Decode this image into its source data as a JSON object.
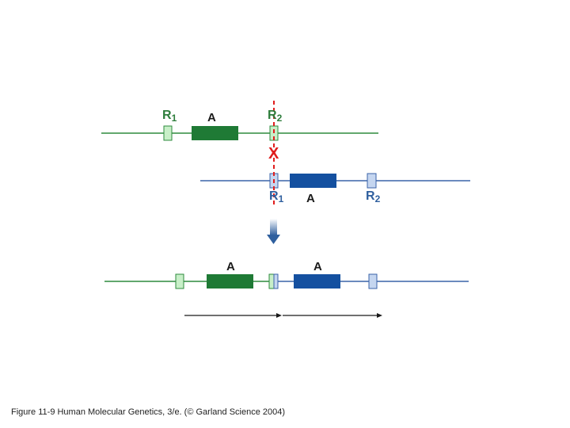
{
  "colors": {
    "green_line": "#2e8b3e",
    "green_gene": "#1f7a35",
    "green_repeat": "#c8efc8",
    "blue_line": "#3a63a8",
    "blue_gene": "#1450a0",
    "blue_repeat": "#c5d6f0",
    "crossover": "#e01e1e",
    "arrow": "#1a1a1a"
  },
  "top_chromosome": {
    "repeat1": {
      "letter": "R",
      "sub": "1"
    },
    "gene": "A",
    "repeat2": {
      "letter": "R",
      "sub": "2"
    }
  },
  "crossover_mark": "X",
  "bottom_chromosome": {
    "repeat1": {
      "letter": "R",
      "sub": "1"
    },
    "gene": "A",
    "repeat2": {
      "letter": "R",
      "sub": "2"
    }
  },
  "product": {
    "gene_left": "A",
    "gene_right": "A"
  },
  "caption": "Figure 11-9  Human Molecular Genetics, 3/e.  (© Garland Science 2004)"
}
